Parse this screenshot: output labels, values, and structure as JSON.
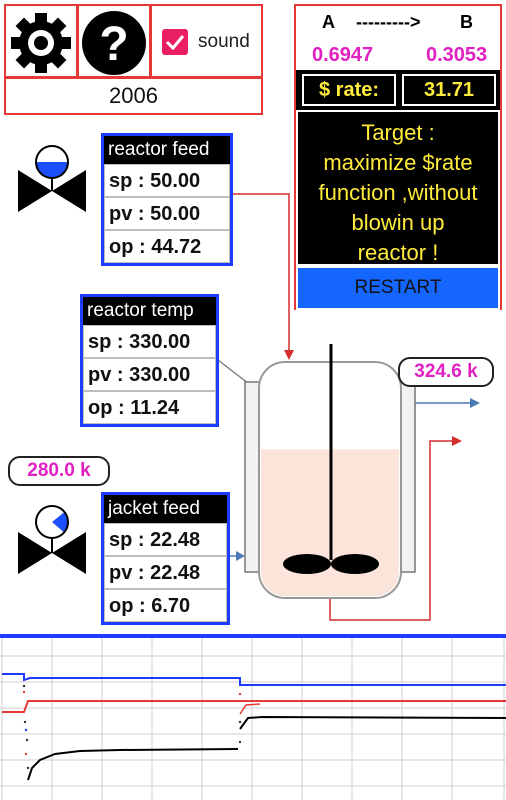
{
  "toolbar": {
    "settings_icon": "gear-icon",
    "help_icon": "help-icon",
    "sound_label": "sound",
    "sound_checked": true,
    "year": "2006"
  },
  "info": {
    "label_a": "A",
    "arrow": "--------->",
    "label_b": "B",
    "value_a": "0.6947",
    "value_b": "0.3053",
    "rate_label": "$ rate:",
    "rate_value": "31.71",
    "target_lines": [
      "Target :",
      "maximize $rate",
      "function ,without",
      "blowin up",
      "reactor !"
    ],
    "restart_label": "RESTART"
  },
  "controllers": {
    "reactor_feed": {
      "title": "reactor feed",
      "sp": "sp : 50.00",
      "pv": "pv : 50.00",
      "op": "op : 44.72",
      "valve_level": 0.5
    },
    "reactor_temp": {
      "title": "reactor temp",
      "sp": "sp : 330.00",
      "pv": "pv : 330.00",
      "op": "op : 11.24"
    },
    "jacket_feed": {
      "title": "jacket feed",
      "sp": "sp : 22.48",
      "pv": "pv : 22.48",
      "op": "op : 6.70",
      "valve_level": 0.22
    }
  },
  "readouts": {
    "outlet_temp": "324.6 k",
    "jacket_temp": "280.0 k"
  },
  "reactor": {
    "fill_level": 0.63
  },
  "colors": {
    "accent_red": "#e53935",
    "panel_blue": "#1e3cff",
    "magenta": "#e020c0",
    "yellow": "#ffeb3b",
    "restart_blue": "#1565ff"
  }
}
